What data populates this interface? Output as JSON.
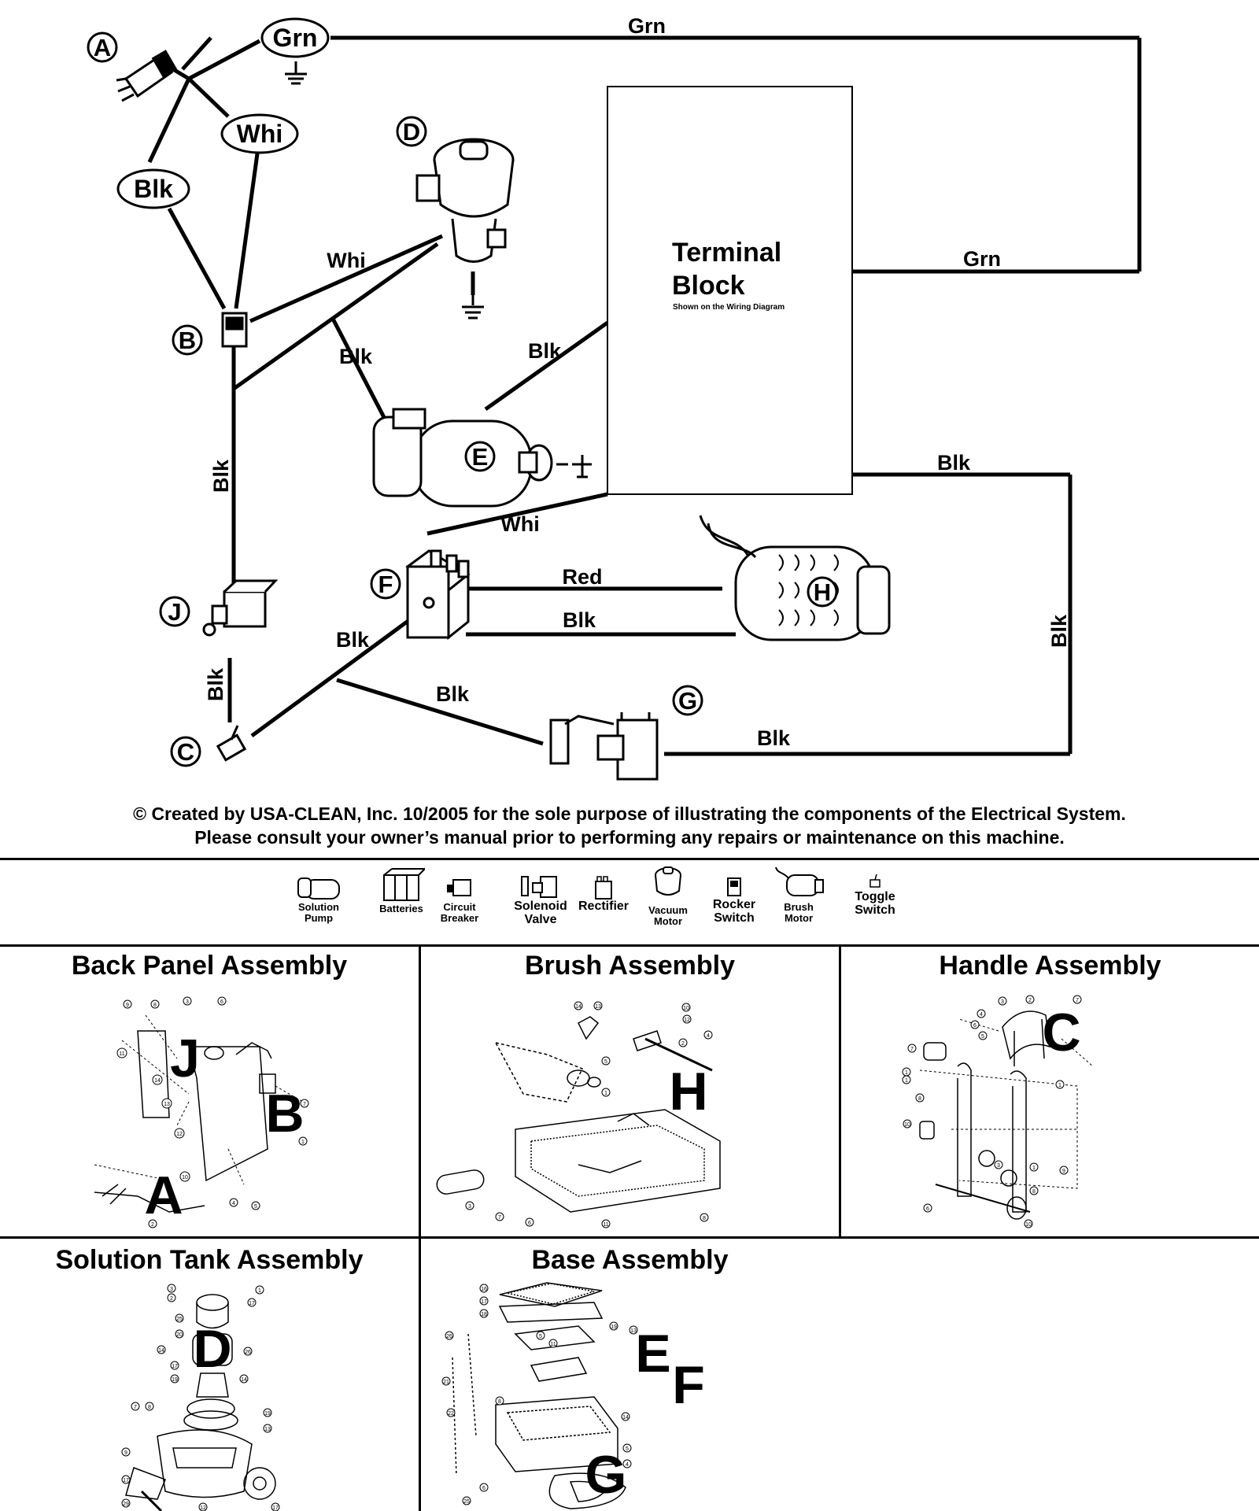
{
  "wiring": {
    "components": {
      "A": "A",
      "B": "B",
      "C": "C",
      "D": "D",
      "E": "E",
      "F": "F",
      "G": "G",
      "H": "H",
      "J": "J"
    },
    "bubbles": {
      "grn": "Grn",
      "whi": "Whi",
      "blk": "Blk"
    },
    "wire_labels": {
      "grn_top": "Grn",
      "grn_right": "Grn",
      "whi_d": "Whi",
      "blk_e_upper": "Blk",
      "blk_tb": "Blk",
      "blk_vertical": "Blk",
      "blk_right_top": "Blk",
      "whi_f": "Whi",
      "red_h": "Red",
      "blk_h": "Blk",
      "blk_right_vertical": "Blk",
      "blk_f_c": "Blk",
      "blk_g_upper": "Blk",
      "blk_g_right": "Blk",
      "blk_j_c": "Blk"
    },
    "terminal_block": {
      "title_line1": "Terminal",
      "title_line2": "Block",
      "note": "Shown on the Wiring Diagram"
    }
  },
  "copyright": {
    "line1": "© Created by USA-CLEAN, Inc. 10/2005 for the sole purpose of illustrating the components of the Electrical System.",
    "line2": "Please consult your owner’s manual prior to performing any repairs or maintenance on this machine."
  },
  "legend": {
    "solution_pump": [
      "Solution",
      "Pump"
    ],
    "batteries": [
      "Batteries"
    ],
    "circuit_breaker": [
      "Circuit",
      "Breaker"
    ],
    "solenoid_valve": [
      "Solenoid",
      "Valve"
    ],
    "rectifier": [
      "Rectifier"
    ],
    "vacuum_motor": [
      "Vacuum",
      "Motor"
    ],
    "rocker_switch": [
      "Rocker",
      "Switch"
    ],
    "brush_motor": [
      "Brush",
      "Motor"
    ],
    "toggle_switch": [
      "Toggle",
      "Switch"
    ]
  },
  "assemblies": {
    "back_panel": {
      "title": "Back Panel Assembly",
      "letters": [
        "J",
        "B",
        "A"
      ]
    },
    "brush": {
      "title": "Brush Assembly",
      "letters": [
        "H"
      ]
    },
    "handle": {
      "title": "Handle Assembly",
      "letters": [
        "C"
      ]
    },
    "solution_tank": {
      "title": "Solution Tank Assembly",
      "letters": [
        "D"
      ]
    },
    "base": {
      "title": "Base Assembly",
      "letters": [
        "E",
        "F",
        "G"
      ]
    }
  }
}
